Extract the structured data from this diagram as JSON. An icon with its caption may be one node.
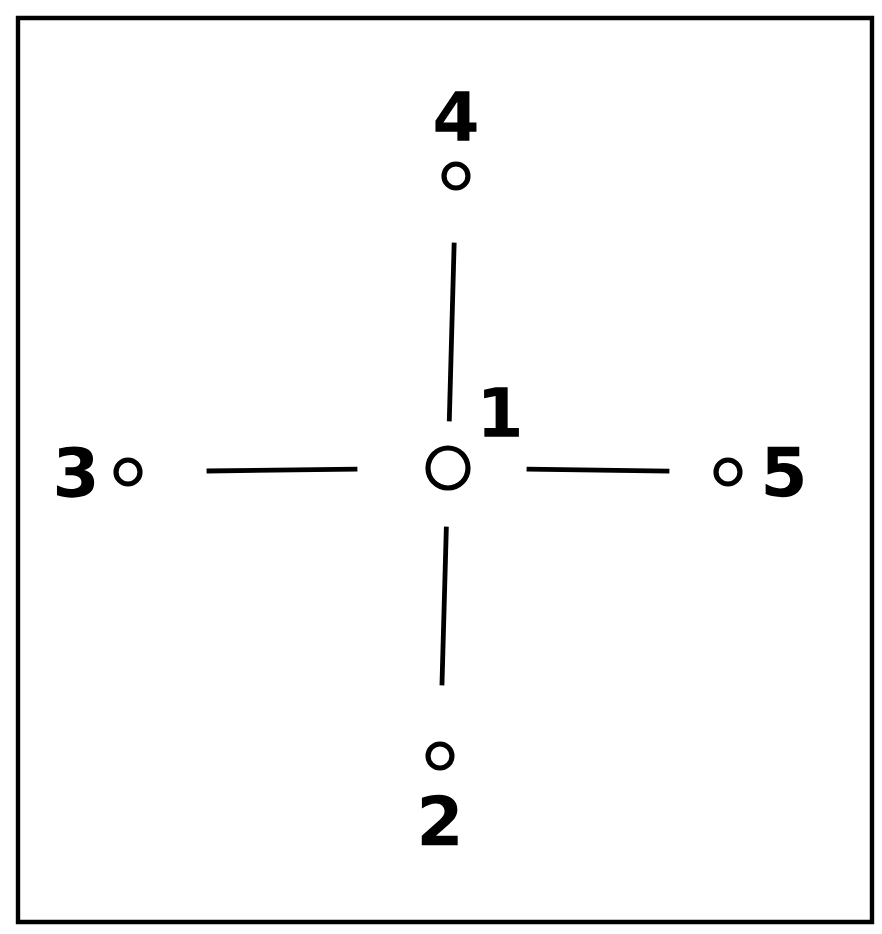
{
  "diagram": {
    "nodes": [
      {
        "text": [],
        "shape": "circle",
        "beside": [
          "4"
        ]
      },
      {
        "text": [],
        "shape": "circle",
        "beside": [
          "3"
        ]
      },
      {
        "text": [],
        "shape": "circle",
        "beside": [
          "1"
        ]
      },
      {
        "text": [],
        "shape": "circle",
        "beside": [
          "5"
        ]
      },
      {
        "text": [],
        "shape": "circle",
        "beside": [
          "2"
        ]
      }
    ],
    "edges": [
      {
        "from": 2,
        "to": 0,
        "arrow": "none"
      },
      {
        "from": 2,
        "to": 1,
        "arrow": "none"
      },
      {
        "from": 2,
        "to": 3,
        "arrow": "none"
      },
      {
        "from": 2,
        "to": 4,
        "arrow": "none"
      }
    ]
  }
}
